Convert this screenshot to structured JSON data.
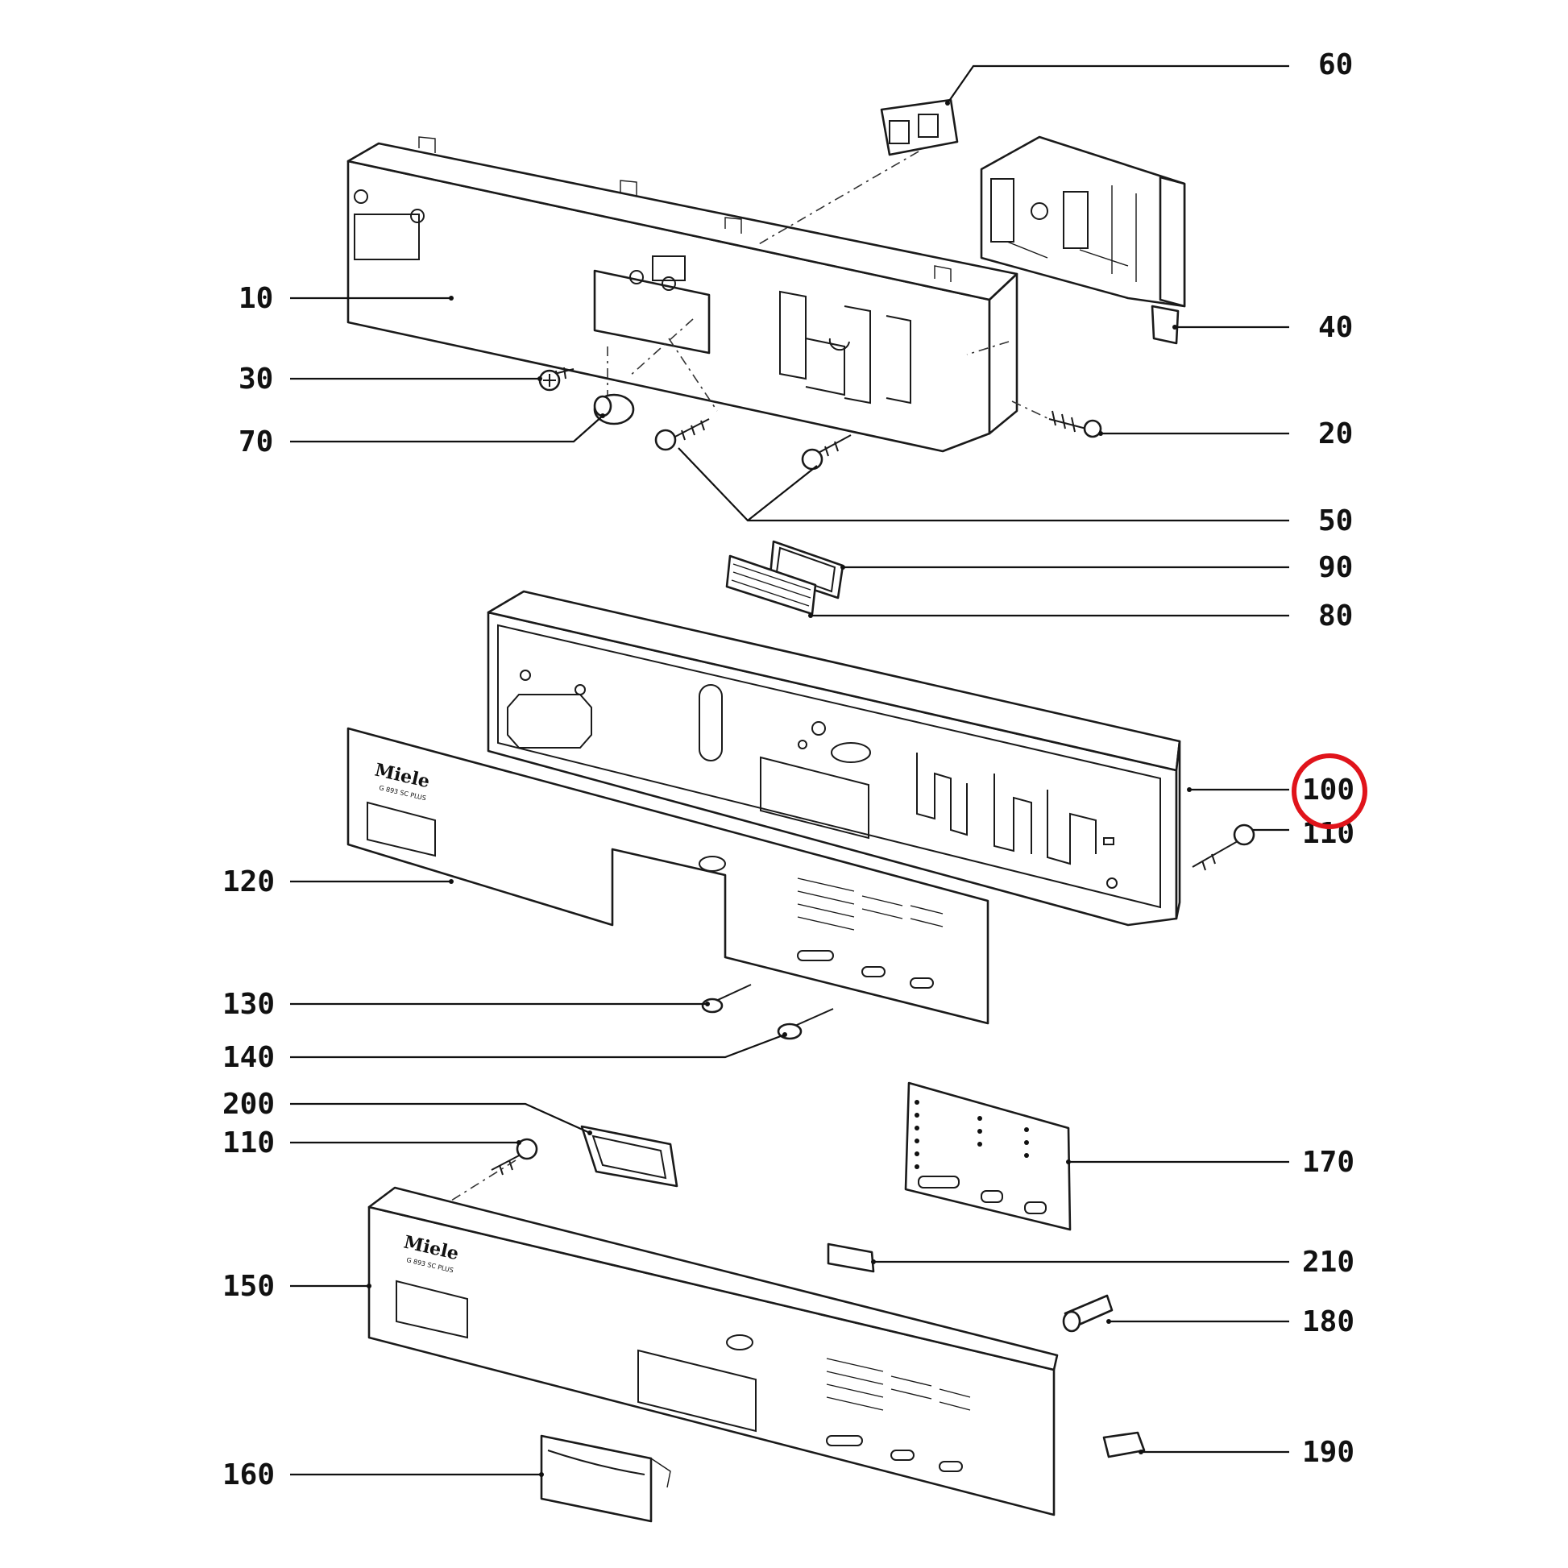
{
  "callouts": {
    "c10": "10",
    "c20": "20",
    "c30": "30",
    "c40": "40",
    "c50": "50",
    "c60": "60",
    "c70": "70",
    "c80": "80",
    "c90": "90",
    "c100": "100",
    "c110a": "110",
    "c110b": "110",
    "c120": "120",
    "c130": "130",
    "c140": "140",
    "c150": "150",
    "c160": "160",
    "c170": "170",
    "c180": "180",
    "c190": "190",
    "c200": "200",
    "c210": "210"
  },
  "panel_text": {
    "brand": "Miele",
    "model": "G 893 SC PLUS"
  },
  "highlight": {
    "part": "100",
    "color": "#e0141b"
  }
}
